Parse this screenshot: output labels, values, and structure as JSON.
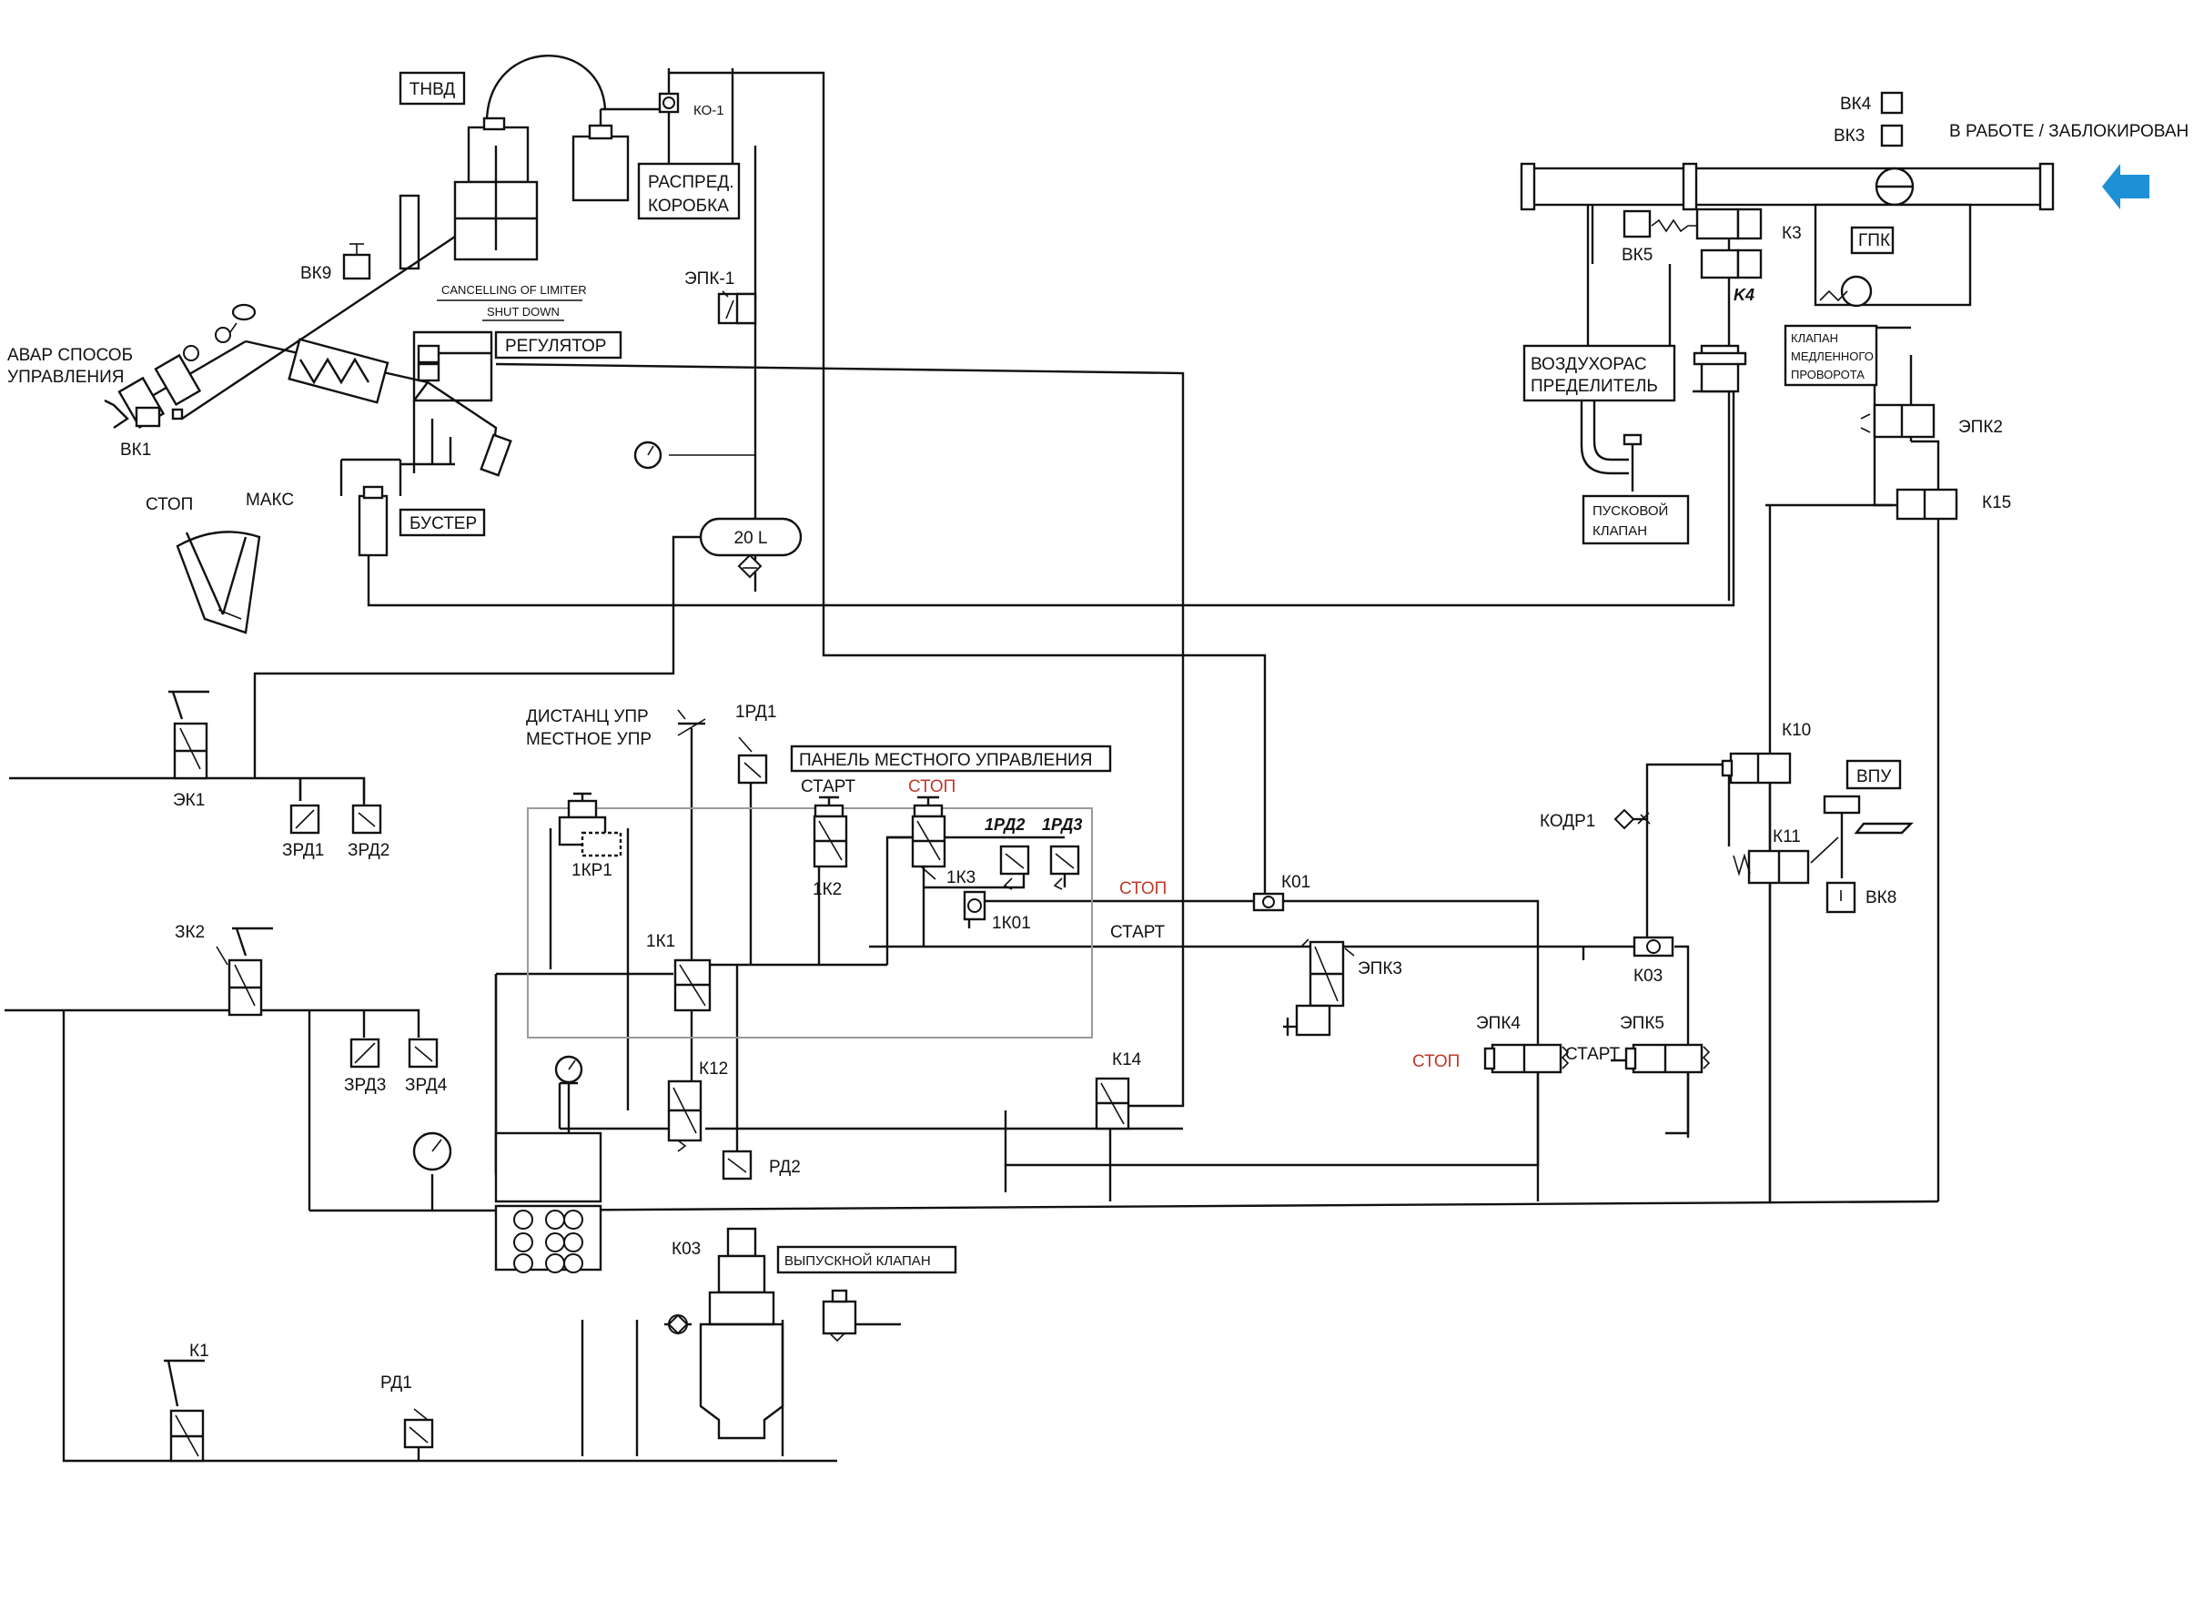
{
  "labels": {
    "tnvd": "ТНВД",
    "ko1": "КО-1",
    "raspred": "РАСПРЕД.",
    "korobka": "КОРОБКА",
    "epk1": "ЭПК-1",
    "cancelling": "CANCELLING OF LIMITER",
    "shutdown": "SHUT DOWN",
    "regulator": "РЕГУЛЯТОР",
    "vk9": "ВК9",
    "avar1": "АВАР СПОСОБ",
    "avar2": "УПРАВЛЕНИЯ",
    "vk1": "ВК1",
    "stop_left": "СТОП",
    "maks": "МАКС",
    "buster": "БУСТЕР",
    "tank": "20 L",
    "vk4": "ВК4",
    "vk3": "ВК3",
    "v_rabote": "В РАБОТЕ / ЗАБЛОКИРОВАН",
    "vk5": "ВК5",
    "k3": "К3",
    "gpk": "ГПК",
    "k4": "K4",
    "vozd1": "ВОЗДУХОРАС",
    "vozd2": "ПРЕДЕЛИТЕЛЬ",
    "klapan_med1": "КЛАПАН",
    "klapan_med2": "МЕДЛЕННОГО",
    "klapan_med3": "ПРОВОРОТА",
    "epk2": "ЭПК2",
    "pusk1": "ПУСКОВОЙ",
    "pusk2": "КЛАПАН",
    "k15": "К15",
    "ek1": "ЭК1",
    "zrd1": "ЗРД1",
    "zrd2": "ЗРД2",
    "distanc": "ДИСТАНЦ УПР",
    "mestnoe": "МЕСТНОЕ УПР",
    "rd1_1": "1РД1",
    "panel": "ПАНЕЛЬ МЕСТНОГО УПРАВЛЕНИЯ",
    "start_panel": "СТАРТ",
    "stop_panel": "СТОП",
    "rd2_1": "1РД2",
    "rd3_1": "1РД3",
    "kr1": "1КР1",
    "k2_1": "1К2",
    "k3_1": "1К3",
    "k01_1": "1К01",
    "k1_1": "1К1",
    "k01": "К01",
    "stop_line": "СТОП",
    "start_line": "СТАРТ",
    "epk3": "ЭПК3",
    "k10": "К10",
    "vpu": "ВПУ",
    "kodr1": "КОДР1",
    "k11": "К11",
    "vk8": "ВК8",
    "k03_right": "К03",
    "epk4": "ЭПК4",
    "epk5": "ЭПК5",
    "stop_epk4": "СТОП",
    "start_epk5": "СТАРТ",
    "zk2": "ЗК2",
    "zrd3": "ЗРД3",
    "zrd4": "ЗРД4",
    "k12": "К12",
    "k14": "К14",
    "rd2": "РД2",
    "k03_bottom": "К03",
    "vypusk": "ВЫПУСКНОЙ КЛАПАН",
    "k1": "К1",
    "rd1": "РД1"
  },
  "colors": {
    "line": "#111111",
    "stop_text": "#c0392b",
    "arrow": "#1e90d6",
    "panel_frame": "#9a9a9a"
  },
  "icons": {
    "inlet_arrow": "blue-arrow-icon",
    "gauge": "pressure-gauge-icon",
    "valve": "valve-symbol-icon",
    "switch": "pressure-switch-icon"
  }
}
